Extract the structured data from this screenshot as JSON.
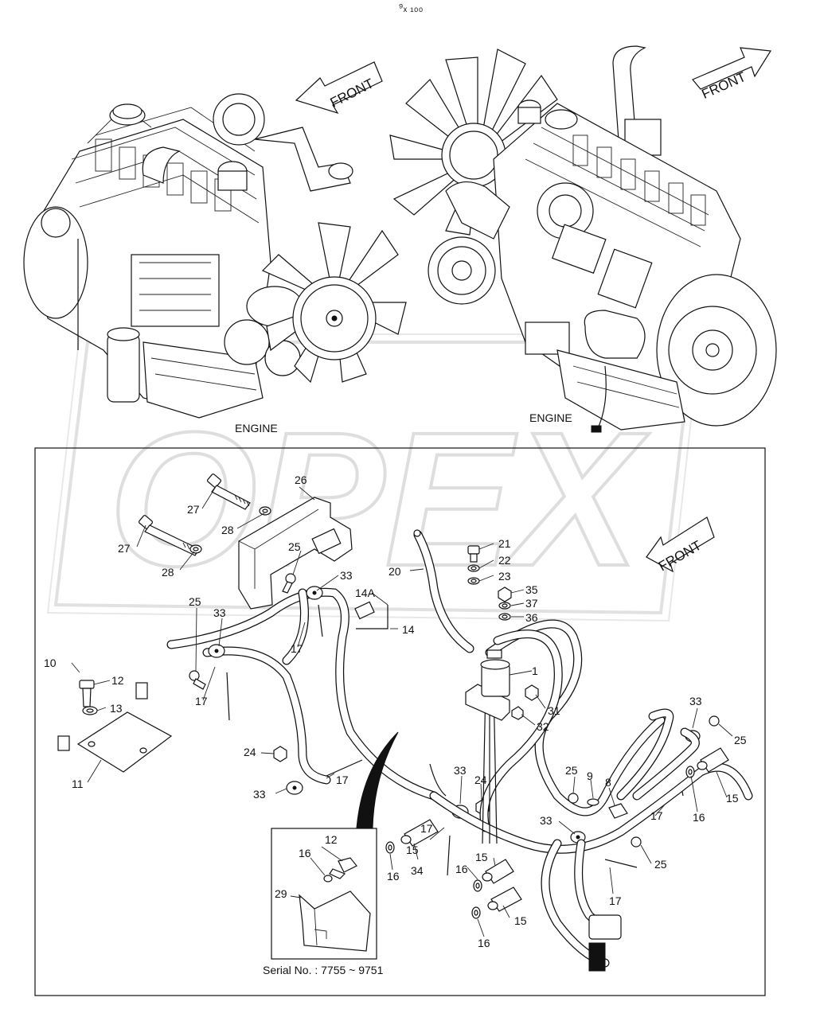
{
  "page": {
    "top_mark": "⁹ₓ ₁₀₀",
    "watermark": "OPEX",
    "colors": {
      "ink": "#111111",
      "paper": "#ffffff",
      "watermark": "#cfcfcf"
    }
  },
  "engines": [
    {
      "id": "left",
      "caption": "ENGINE",
      "arrow_label": "FRONT",
      "arrow_direction": "left"
    },
    {
      "id": "right",
      "caption": "ENGINE",
      "arrow_label": "FRONT",
      "arrow_direction": "right"
    }
  ],
  "detail_frame": {
    "arrow_label": "FRONT"
  },
  "inset": {
    "serial": "Serial No. : 7755 ~ 9751"
  },
  "callouts": {
    "c1": "1",
    "c8": "8",
    "c9": "9",
    "c10": "10",
    "c11": "11",
    "c12a": "12",
    "c12b": "12",
    "c13": "13",
    "c14": "14",
    "c14a": "14A",
    "c15a": "15",
    "c15b": "15",
    "c15c": "15",
    "c15d": "15",
    "c16a": "16",
    "c16b": "16",
    "c16c": "16",
    "c16d": "16",
    "c16e": "16",
    "c17a": "17",
    "c17b": "17",
    "c17c": "17",
    "c17d": "17",
    "c17e": "17",
    "c17f": "17",
    "c20": "20",
    "c21": "21",
    "c22": "22",
    "c23": "23",
    "c24a": "24",
    "c24b": "24",
    "c25a": "25",
    "c25b": "25",
    "c25c": "25",
    "c25d": "25",
    "c25e": "25",
    "c26": "26",
    "c27a": "27",
    "c27b": "27",
    "c28a": "28",
    "c28b": "28",
    "c29": "29",
    "c31": "31",
    "c32": "32",
    "c33a": "33",
    "c33b": "33",
    "c33c": "33",
    "c33d": "33",
    "c33e": "33",
    "c33f": "33",
    "c34": "34",
    "c35": "35",
    "c36": "36",
    "c37": "37"
  }
}
